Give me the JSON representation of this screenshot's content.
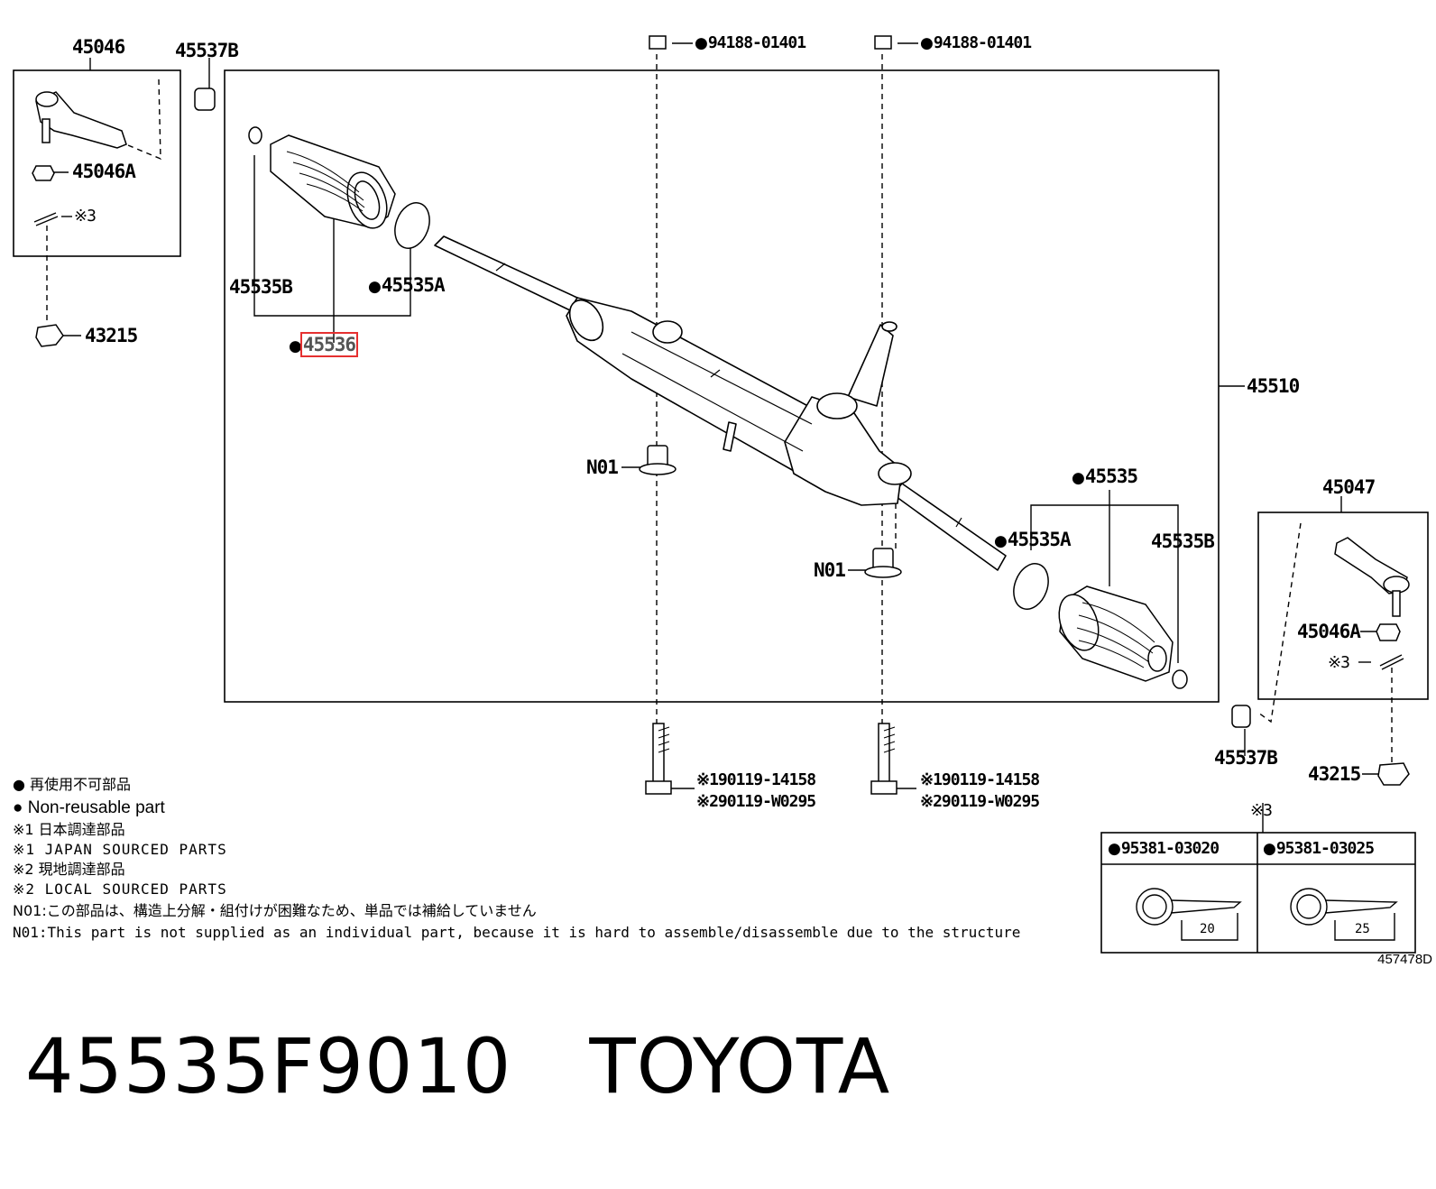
{
  "labels": {
    "p45046": "45046",
    "p45537b_l": "45537B",
    "p45046a_l": "45046A",
    "ref3_l": "※3",
    "p43215_l": "43215",
    "p45535b_l": "45535B",
    "p45535a_l": "45535A",
    "p45536": "45536",
    "bolt_top_1": "94188-01401",
    "bolt_top_2": "94188-01401",
    "p45510": "45510",
    "n01_a": "N01",
    "n01_b": "N01",
    "p45535": "45535",
    "p45535a_r": "45535A",
    "p45535b_r": "45535B",
    "p45047": "45047",
    "p45046a_r": "45046A",
    "ref3_r": "※3",
    "p45537b_r": "45537B",
    "p43215_r": "43215",
    "bolt_l_1": "※190119-14158",
    "bolt_l_2": "※290119-W0295",
    "bolt_r_1": "※190119-14158",
    "bolt_r_2": "※290119-W0295",
    "ref3_box": "※3",
    "pin_a": "95381-03020",
    "pin_b": "95381-03025",
    "pin_a_len": "20",
    "pin_b_len": "25"
  },
  "notes": {
    "nonreusable_ja": "● 再使用不可部品",
    "nonreusable_en": "● Non-reusable part",
    "ref1_ja": "※1 日本調達部品",
    "ref1_en": "※1 JAPAN SOURCED PARTS",
    "ref2_ja": "※2 現地調達部品",
    "ref2_en": "※2 LOCAL SOURCED PARTS",
    "n01_ja": "N01:この部品は、構造上分解・組付けが困難なため、単品では補給していません",
    "n01_en": "N01:This part is not supplied as an individual part, because it is hard to assemble/disassemble due to the structure"
  },
  "drawing_number": "457478D",
  "footer": {
    "part_number": "45535F9010",
    "brand": "TOYOTA"
  },
  "colors": {
    "line": "#000000",
    "highlight": "#e53030"
  }
}
